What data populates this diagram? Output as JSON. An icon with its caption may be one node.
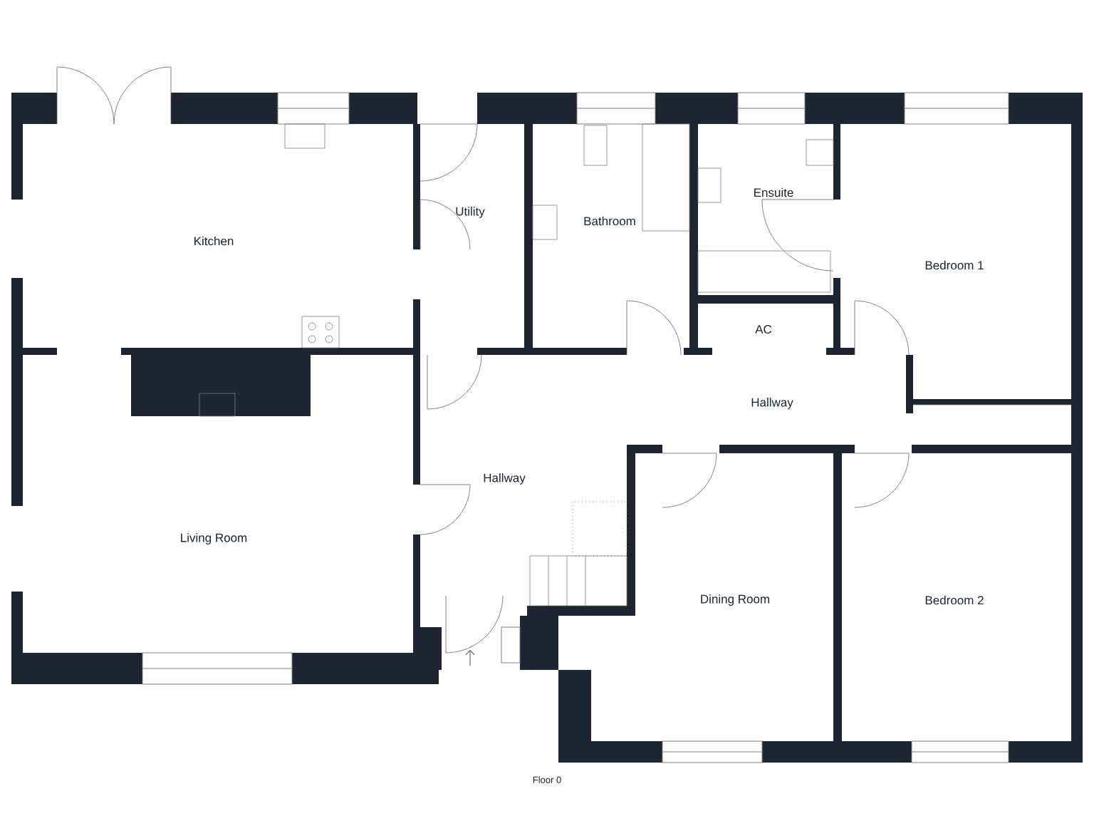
{
  "diagram": {
    "nodes": [
      {
        "text": [
          "Kitchen"
        ]
      },
      {
        "text": [
          "Utility"
        ]
      },
      {
        "text": [
          "Bathroom"
        ]
      },
      {
        "text": [
          "Ensuite"
        ]
      },
      {
        "text": [
          "Bedroom 1"
        ]
      },
      {
        "text": [
          "AC"
        ]
      },
      {
        "text": [
          "Hallway"
        ]
      },
      {
        "text": [
          "Hallway"
        ]
      },
      {
        "text": [
          "Living Room"
        ]
      },
      {
        "text": [
          "Dining Room"
        ]
      },
      {
        "text": [
          "Bedroom 2"
        ]
      }
    ],
    "labels": [
      "Floor 0"
    ]
  }
}
